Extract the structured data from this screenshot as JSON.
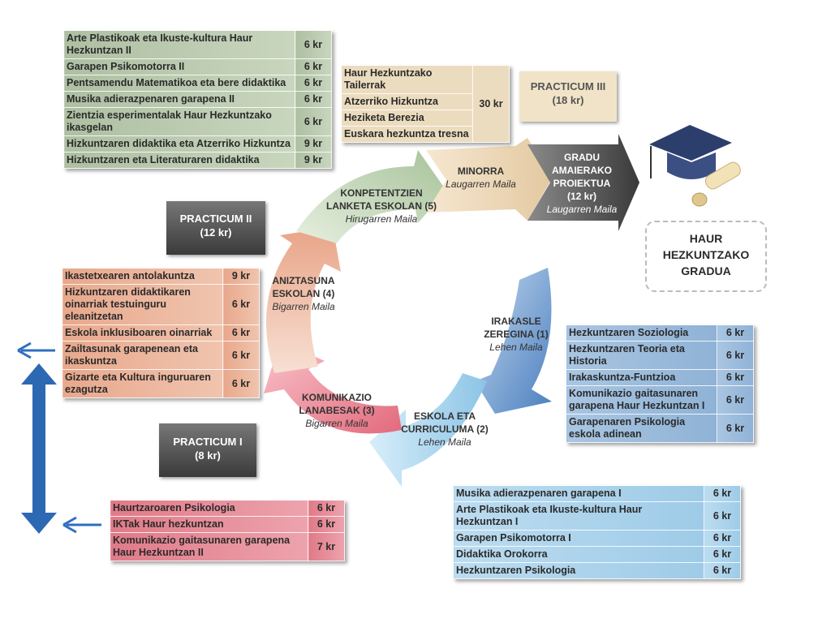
{
  "green_table": [
    {
      "name": "Arte Plastikoak eta Ikuste-kultura Haur Hezkuntzan II",
      "kr": "6 kr"
    },
    {
      "name": "Garapen Psikomotorra II",
      "kr": "6 kr"
    },
    {
      "name": "Pentsamendu Matematikoa eta bere didaktika",
      "kr": "6 kr"
    },
    {
      "name": "Musika adierazpenaren garapena II",
      "kr": "6 kr"
    },
    {
      "name": "Zientzia esperimentalak Haur Hezkuntzako ikasgelan",
      "kr": "6 kr"
    },
    {
      "name": "Hizkuntzaren didaktika eta Atzerriko Hizkuntza",
      "kr": "9 kr"
    },
    {
      "name": "Hizkuntzaren eta Literaturaren didaktika",
      "kr": "9 kr"
    }
  ],
  "beige_table": {
    "items": [
      "Haur Hezkuntzako Tailerrak",
      "Atzerriko Hizkuntza",
      "Heziketa Berezia",
      "Euskara hezkuntza tresna"
    ],
    "kr": "30 kr"
  },
  "salmon_table": [
    {
      "name": "Ikastetxearen antolakuntza",
      "kr": "9 kr"
    },
    {
      "name": "Hizkuntzaren didaktikaren oinarriak testuinguru eleanitzetan",
      "kr": "6 kr"
    },
    {
      "name": "Eskola inklusiboaren oinarriak",
      "kr": "6 kr"
    },
    {
      "name": "Zailtasunak garapenean eta ikaskuntza",
      "kr": "6 kr"
    },
    {
      "name": "Gizarte eta Kultura inguruaren ezagutza",
      "kr": "6 kr"
    }
  ],
  "pink_table": [
    {
      "name": "Haurtzaroaren Psikologia",
      "kr": "6 kr"
    },
    {
      "name": "IKTak Haur hezkuntzan",
      "kr": "6 kr"
    },
    {
      "name": "Komunikazio gaitasunaren garapena Haur Hezkuntzan II",
      "kr": "7 kr"
    }
  ],
  "blue_table": [
    {
      "name": "Hezkuntzaren Soziologia",
      "kr": "6 kr"
    },
    {
      "name": "Hezkuntzaren Teoria eta Historia",
      "kr": "6 kr"
    },
    {
      "name": "Irakaskuntza-Funtzioa",
      "kr": "6 kr"
    },
    {
      "name": "Komunikazio gaitasunaren garapena Haur Hezkuntzan I",
      "kr": "6 kr"
    },
    {
      "name": "Garapenaren Psikologia eskola adinean",
      "kr": "6 kr"
    }
  ],
  "lblue_table": [
    {
      "name": "Musika adierazpenaren garapena I",
      "kr": "6 kr"
    },
    {
      "name": "Arte Plastikoak eta Ikuste-kultura Haur Hezkuntzan I",
      "kr": "6 kr"
    },
    {
      "name": "Garapen Psikomotorra I",
      "kr": "6 kr"
    },
    {
      "name": "Didaktika Orokorra",
      "kr": "6 kr"
    },
    {
      "name": "Hezkuntzaren Psikologia",
      "kr": "6 kr"
    }
  ],
  "practicum": {
    "p3_title": "PRACTICUM III",
    "p3_kr": "(18 kr)",
    "p2_title": "PRACTICUM II",
    "p2_kr": "(12 kr)",
    "p1_title": "PRACTICUM I",
    "p1_kr": "(8 kr)"
  },
  "cycle": {
    "s1_a": "IRAKASLE",
    "s1_b": "ZEREGINA (1)",
    "s1_lvl": "Lehen Maila",
    "s2_a": "ESKOLA ETA",
    "s2_b": "CURRICULUMA (2)",
    "s2_lvl": "Lehen Maila",
    "s3_a": "KOMUNIKAZIO",
    "s3_b": "LANABESAK (3)",
    "s3_lvl": "Bigarren Maila",
    "s4_a": "ANIZTASUNA",
    "s4_b": "ESKOLAN (4)",
    "s4_lvl": "Bigarren Maila",
    "s5_a": "KONPETENTZIEN",
    "s5_b": "LANKETA ESKOLAN (5)",
    "s5_lvl": "Hirugarren Maila",
    "minorra": "MINORRA",
    "minorra_lvl": "Laugarren Maila",
    "g_a": "GRADU",
    "g_b": "AMAIERAKO",
    "g_c": "PROIEKTUA",
    "g_d": "(12 kr)",
    "g_lvl": "Laugarren Maila"
  },
  "degree": {
    "l1": "HAUR",
    "l2": "HEZKUNTZAKO",
    "l3": "GRADUA"
  },
  "colors": {
    "green": "#b9c9ad",
    "beige": "#ecdcbf",
    "salmon": "#eeb49a",
    "pink": "#e88d99",
    "blue": "#9dbcdc",
    "lblue": "#abd3ec",
    "dark": "#555555",
    "arrow": "#2f6fbf"
  }
}
